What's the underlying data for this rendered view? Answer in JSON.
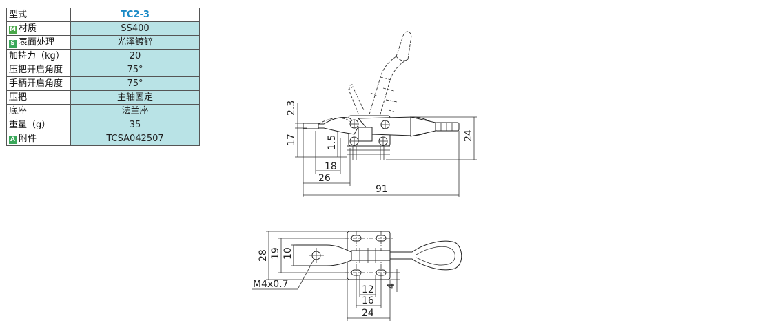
{
  "spec_table": {
    "rows": [
      {
        "label": "型式",
        "value": "TC2-3",
        "badge": "",
        "badge_color": ""
      },
      {
        "label": "材质",
        "value": "SS400",
        "badge": "M",
        "badge_color": "#4aa84a"
      },
      {
        "label": "表面处理",
        "value": "光泽镀锌",
        "badge": "S",
        "badge_color": "#3aa85a"
      },
      {
        "label": "加持力（kg）",
        "value": "20",
        "badge": "",
        "badge_color": ""
      },
      {
        "label": "压把开启角度",
        "value": "75°",
        "badge": "",
        "badge_color": ""
      },
      {
        "label": "手柄开启角度",
        "value": "75°",
        "badge": "",
        "badge_color": ""
      },
      {
        "label": "压把",
        "value": "主轴固定",
        "badge": "",
        "badge_color": ""
      },
      {
        "label": "底座",
        "value": "法兰座",
        "badge": "",
        "badge_color": ""
      },
      {
        "label": "重量（g）",
        "value": "35",
        "badge": "",
        "badge_color": ""
      },
      {
        "label": "附件",
        "value": "TCSA042507",
        "badge": "A",
        "badge_color": "#3aa85a"
      }
    ]
  },
  "side_view": {
    "dim_2_3": "2.3",
    "dim_17": "17",
    "dim_1_5": "1.5",
    "dim_18": "18",
    "dim_26": "26",
    "dim_91": "91",
    "dim_24": "24"
  },
  "top_view": {
    "dim_28": "28",
    "dim_19": "19",
    "dim_10": "10",
    "dim_12": "12",
    "dim_16": "16",
    "dim_24": "24",
    "dim_4": "4",
    "thread": "M4x0.7"
  }
}
